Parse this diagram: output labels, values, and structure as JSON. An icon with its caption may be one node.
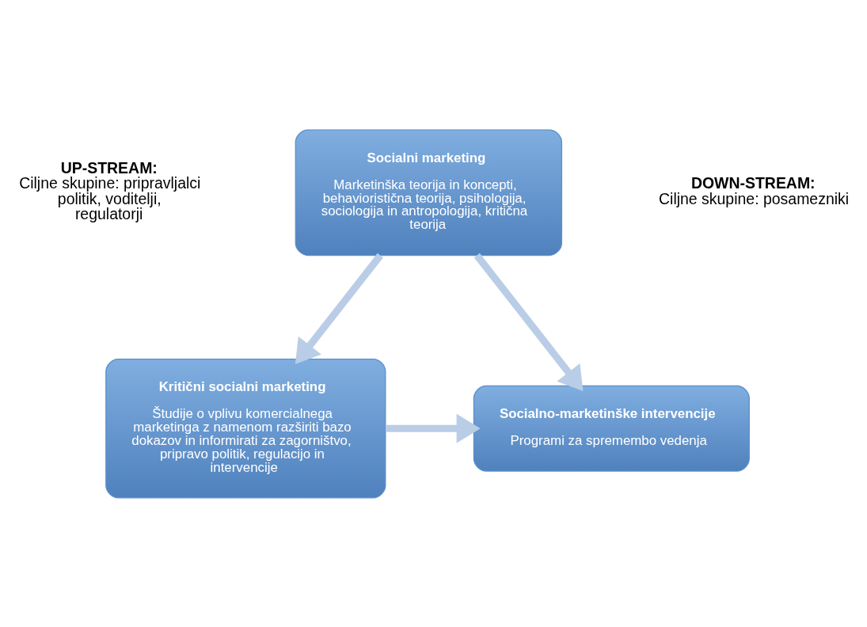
{
  "diagram": {
    "nodes": [
      {
        "text": [
          "Socialni marketing",
          "Marketinška teorija in koncepti, behavioristična teorija, psihologija, sociologija in antropologija, kritična teorija"
        ]
      },
      {
        "text": [
          "Kritični socialni marketing",
          "Študije o vplivu komercialnega marketinga z namenom razširiti bazo dokazov in informirati za zagorništvo, pripravo politik, regulacijo in intervencije"
        ]
      },
      {
        "text": [
          "Socialno-marketinške intervencije",
          "Programi za spremembo vedenja"
        ]
      }
    ],
    "edges": [
      {
        "from": 0,
        "to": 1,
        "arrow": "to"
      },
      {
        "from": 0,
        "to": 2,
        "arrow": "to"
      },
      {
        "from": 1,
        "to": 2,
        "arrow": "to"
      }
    ],
    "labels": [
      "UP-STREAM:",
      "Ciljne skupine: pripravljalci politik, voditelji, regulatorji",
      "DOWN-STREAM:",
      "Ciljne skupine: posamezniki"
    ]
  }
}
